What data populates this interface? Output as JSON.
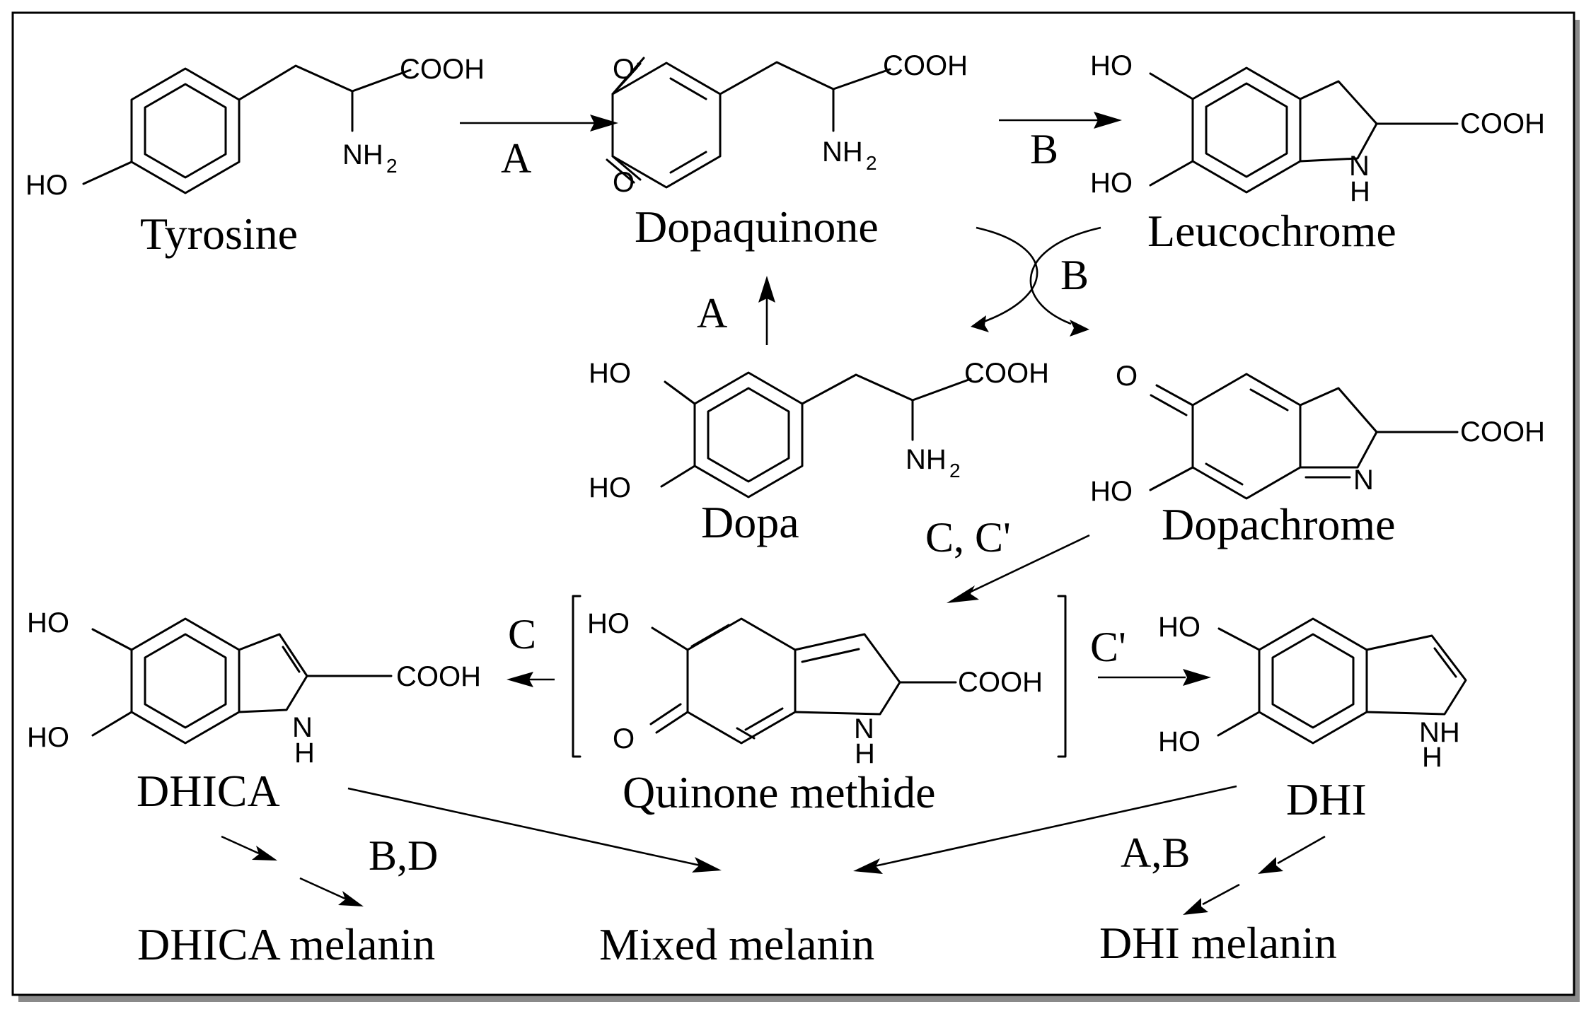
{
  "groups": {
    "cooh": "COOH",
    "ho": "HO",
    "o": "O",
    "n": "N",
    "h": "H",
    "nh": "NH",
    "sub2": "2"
  },
  "compounds": {
    "tyrosine": "Tyrosine",
    "dopaquinone": "Dopaquinone",
    "leucochrome": "Leucochrome",
    "dopa": "Dopa",
    "dopachrome": "Dopachrome",
    "dhica": "DHICA",
    "quinone_methide": "Quinone methide",
    "dhi": "DHI",
    "dhica_melanin": "DHICA melanin",
    "mixed_melanin": "Mixed melanin",
    "dhi_melanin": "DHI melanin"
  },
  "reactions": {
    "tyrosine_to_dopaquinone": "A",
    "dopaquinone_to_leucochrome": "B",
    "redox_exchange": "B",
    "dopa_to_dopaquinone": "A",
    "dopachrome_to_quinone_methide": "C, C'",
    "quinone_methide_to_dhica": "C",
    "quinone_methide_to_dhi": "C'",
    "dhica_polymerization": "B,D",
    "dhi_polymerization": "A,B"
  }
}
